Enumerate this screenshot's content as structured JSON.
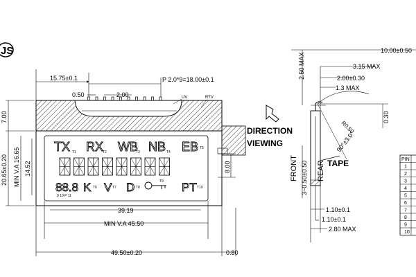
{
  "logo": {
    "text": "JS"
  },
  "dims": {
    "d_15_75": "15.75±0.1",
    "d_pitch": "P 2.0*9=18.00±0.1",
    "d_0_50": "0.50",
    "d_2_00": "2.00",
    "d_7_00": "7.00",
    "d_20_65": "20.65±0.20",
    "d_16_65": "MIN V.A 16.65",
    "d_14_52": "14.52",
    "d_8_00": "8.00",
    "d_39_19": "39.19",
    "d_45_50": "MIN V.A 45.50",
    "d_49_50": "49.50±0.20",
    "d_0_80": "0.80",
    "d_2_50": "2.50 MAX",
    "d_10_00": "10.00±0.50",
    "d_3_15": "3.15 MAX",
    "d_2_00b": "2.00±0.30",
    "d_1_3": "1.3 MAX",
    "d_r050": "R0.50",
    "d_0_30": "0.30",
    "d_90": "90°±3.0°",
    "d_3_050": "3~0.50±0.50",
    "d_1_10a": "1.10±0.1",
    "d_1_10b": "1.10±0.1",
    "d_2_80": "2.80 MAX"
  },
  "labels": {
    "uv": "UV",
    "rtv": "RTV",
    "direction": "DIRECTION",
    "viewing": "VIEWING",
    "tape": "TAPE",
    "front": "FRONT",
    "rear": "REAR"
  },
  "lcd": {
    "tx": "TX",
    "t1": "T1",
    "rx": "RX",
    "t2": "T2",
    "wb": "WB",
    "t3": "T3",
    "nb": "NB",
    "t4": "T4",
    "eb": "EB",
    "t5": "T5",
    "k": "K",
    "t6": "T6",
    "v": "V",
    "t7": "T7",
    "d": "D",
    "t8": "T8",
    "t9": "T9",
    "pt": "PT",
    "t10": "T10",
    "small_digits": "88.8",
    "sub_labels": "9   10 P   11"
  },
  "pin_table": {
    "header": "PIN",
    "rows": [
      "1",
      "2",
      "3",
      "4",
      "5",
      "6",
      "7",
      "8",
      "9",
      "10"
    ]
  }
}
